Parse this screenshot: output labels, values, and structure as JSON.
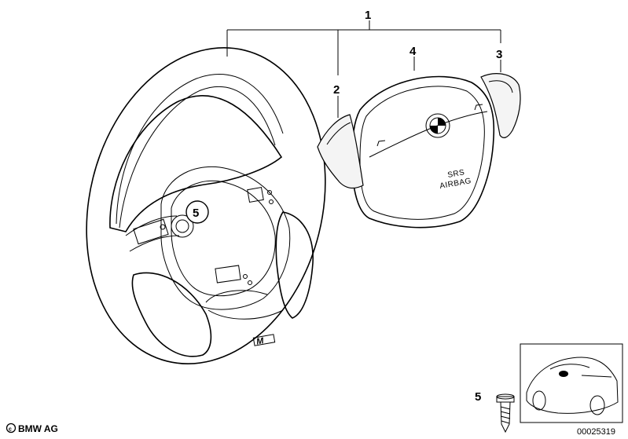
{
  "callouts": {
    "c1": "1",
    "c2": "2",
    "c3": "3",
    "c4": "4",
    "c5": "5",
    "c5b": "5"
  },
  "airbag": {
    "line1": "SRS",
    "line2": "AIRBAG"
  },
  "badge": "M",
  "footer": {
    "copyright": "BMW AG",
    "doc_number": "00025319"
  },
  "icons": {
    "copyright": "copyright-symbol-icon",
    "roundel": "bmw-roundel-icon"
  }
}
